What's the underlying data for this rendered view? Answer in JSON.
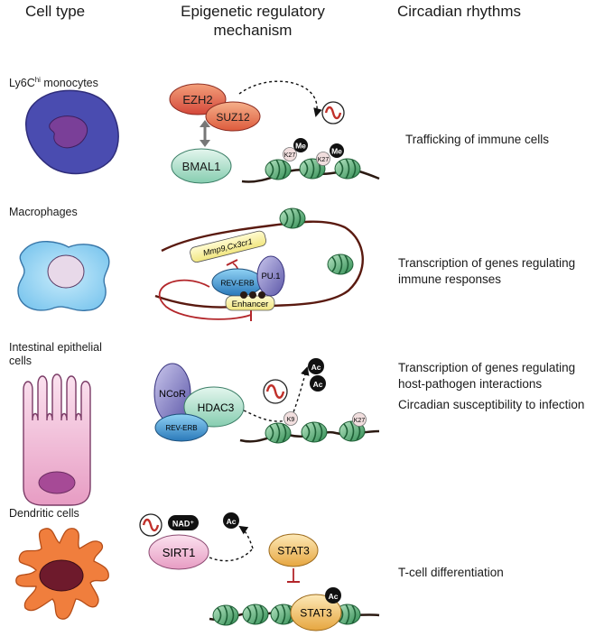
{
  "headers": {
    "cell_type": "Cell type",
    "mechanism_line1": "Epigenetic regulatory",
    "mechanism_line2": "mechanism",
    "rhythms": "Circadian rhythms"
  },
  "rows": [
    {
      "cell_label": "Ly6C",
      "cell_label_sup": "hi",
      "cell_label_suffix": " monocytes",
      "proteins": {
        "ezh2": "EZH2",
        "suz12": "SUZ12",
        "bmal1": "BMAL1"
      },
      "marks": {
        "k27a": "K27",
        "k27b": "K27",
        "me_a": "Me",
        "me_b": "Me"
      },
      "effect": "Trafficking of immune cells"
    },
    {
      "cell_label": "Macrophages",
      "genes": "Mmp9,Cx3cr1",
      "proteins": {
        "reverb": "REV-ERB",
        "pu1": "PU.1"
      },
      "enhancer": "Enhancer",
      "effect_line1": "Transcription of genes regulating",
      "effect_line2": "immune responses"
    },
    {
      "cell_label_line1": "Intestinal epithelial",
      "cell_label_line2": "cells",
      "proteins": {
        "ncor": "NCoR",
        "hdac3": "HDAC3",
        "reverb": "REV-ERB"
      },
      "marks": {
        "k9": "K9",
        "k27": "K27",
        "ac_a": "Ac",
        "ac_b": "Ac"
      },
      "effect_a_line1": "Transcription of genes regulating",
      "effect_a_line2": "host-pathogen interactions",
      "effect_b": "Circadian susceptibility to infection"
    },
    {
      "cell_label": "Dendritic cells",
      "proteins": {
        "sirt1": "SIRT1",
        "stat3": "STAT3",
        "stat3_bound": "STAT3"
      },
      "marks": {
        "nad": "NAD⁺",
        "ac_a": "Ac",
        "ac_b": "Ac"
      },
      "effect": "T-cell differentiation"
    }
  ],
  "colors": {
    "dna": "#5a1a10",
    "nucleosome": "#3f9a5a",
    "inhibition": "#b3262a",
    "clock_wave": "#c0302a",
    "monocyte": "#4d4fb5",
    "macrophage": "#82c9ef",
    "epithelial": "#f5b3cf",
    "dendritic": "#f07e3d"
  },
  "icons": [
    "circadian-clock-icon",
    "nucleosome-icon",
    "inhibition-arrow-icon"
  ]
}
